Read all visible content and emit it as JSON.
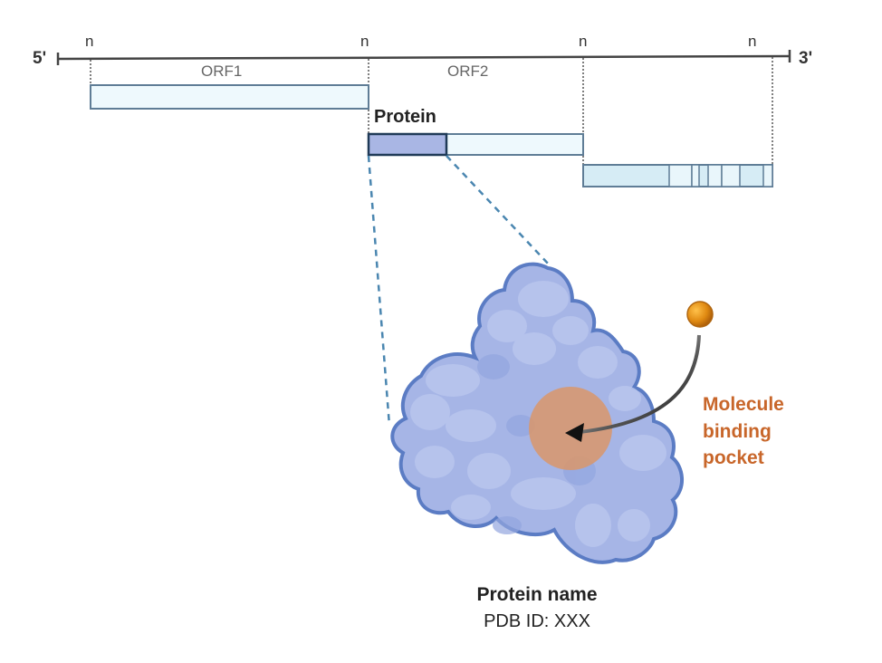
{
  "genome": {
    "five_prime": "5'",
    "three_prime": "3'",
    "markers": [
      "n",
      "n",
      "n",
      "n"
    ],
    "orf1": "ORF1",
    "orf2": "ORF2"
  },
  "protein_label": "Protein",
  "molecule": {
    "label_line1": "Molecule",
    "label_line2": "binding",
    "label_line3": "pocket"
  },
  "protein_info": {
    "name": "Protein name",
    "pdb": "PDB ID: XXX"
  },
  "colors": {
    "protein_fill": "#a6b5e6",
    "protein_outline": "#5b7cc4",
    "orf_fill": "#eef9fd",
    "highlight_fill": "#a9b6e4",
    "pocket": "#d9966a",
    "ligand": "#e08a12"
  }
}
